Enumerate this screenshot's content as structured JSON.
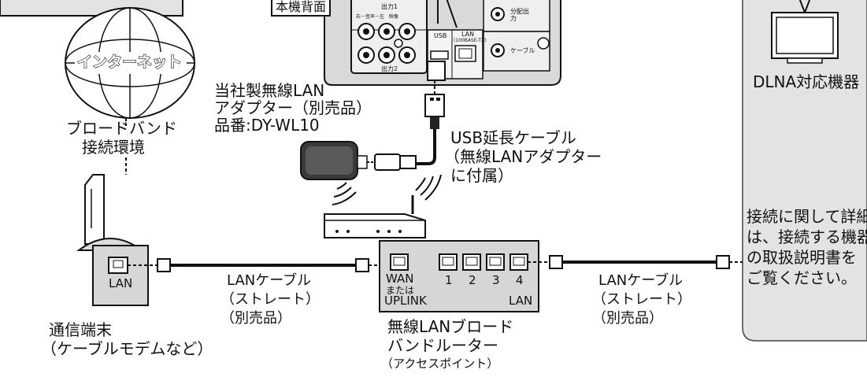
{
  "recorder_back": {
    "title": "本機背面",
    "out1": "出力1",
    "out2": "出力2",
    "out1_sub": "右－音声－左　映像",
    "usb": "USB",
    "lan": "LAN",
    "lan_spec": "(100BASE-TX)",
    "split_out": "分配出力",
    "cable": "ケーブル"
  },
  "internet": {
    "label": "インターネット"
  },
  "broadband": {
    "line1": "ブロードバンド",
    "line2": "接続環境"
  },
  "adapter": {
    "line1": "当社製無線LAN",
    "line2": "アダプター（別売品）",
    "line3": "品番:DY-WL10"
  },
  "usb_cable": {
    "line1": "USB延長ケーブル",
    "line2": "（無線LANアダプター",
    "line3": "に付属）"
  },
  "terminal": {
    "port_label": "LAN",
    "line1": "通信端末",
    "line2": "（ケーブルモデムなど）"
  },
  "cable_left": {
    "line1": "LANケーブル",
    "line2": "（ストレート）",
    "line3": "（別売品）"
  },
  "cable_right": {
    "line1": "LANケーブル",
    "line2": "（ストレート）",
    "line3": "（別売品）"
  },
  "router": {
    "wan1": "WAN",
    "wan2": "または",
    "wan3": "UPLINK",
    "port1": "1",
    "port2": "2",
    "port3": "3",
    "port4": "4",
    "lan": "LAN",
    "name1": "無線LANブロード",
    "name2": "バンドルーター",
    "name3": "（アクセスポイント）"
  },
  "dlna": {
    "label": "DLNA対応機器"
  },
  "note": {
    "line1": "接続に関して詳細",
    "line2": "は、接続する機器",
    "line3": "の取扱説明書を",
    "line4": "ご覧ください。"
  },
  "colors": {
    "panel_gray": "#e3e3e3",
    "device_gray": "#d6d6d6",
    "line": "#111111"
  }
}
